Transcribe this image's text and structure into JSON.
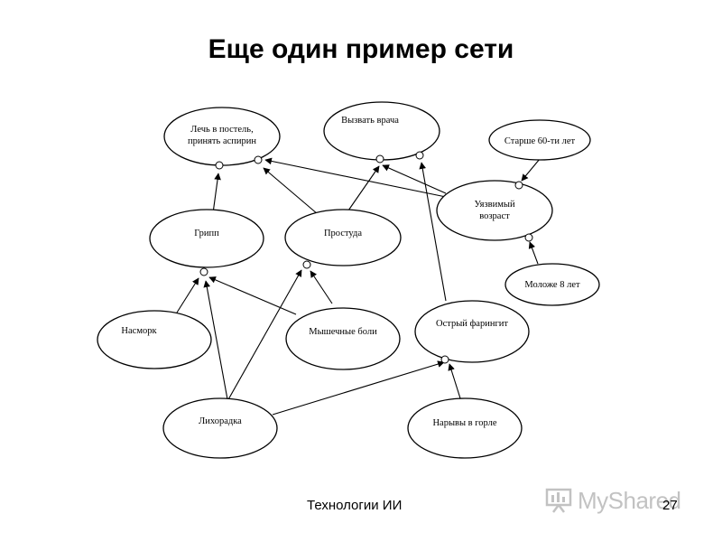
{
  "slide": {
    "title": "Еще один пример сети",
    "footer": "Технологии ИИ",
    "page_number": "27",
    "watermark": "MyShared"
  },
  "nodes": {
    "bed": [
      "Лечь в постель,",
      "принять аспирин"
    ],
    "doctor": [
      "Вызвать врача"
    ],
    "older60": [
      "Старше 60-ти лет"
    ],
    "vulnerable": [
      "Уязвимый",
      "возраст"
    ],
    "flu": [
      "Грипп"
    ],
    "cold": [
      "Простуда"
    ],
    "younger8": [
      "Моложе 8 лет"
    ],
    "runny_nose": [
      "Насморк"
    ],
    "muscle_pain": [
      "Мышечные боли"
    ],
    "pharyngitis": [
      "Острый фарингит"
    ],
    "fever": [
      "Лихорадка"
    ],
    "throat_abscess": [
      "Нарывы в горле"
    ]
  }
}
